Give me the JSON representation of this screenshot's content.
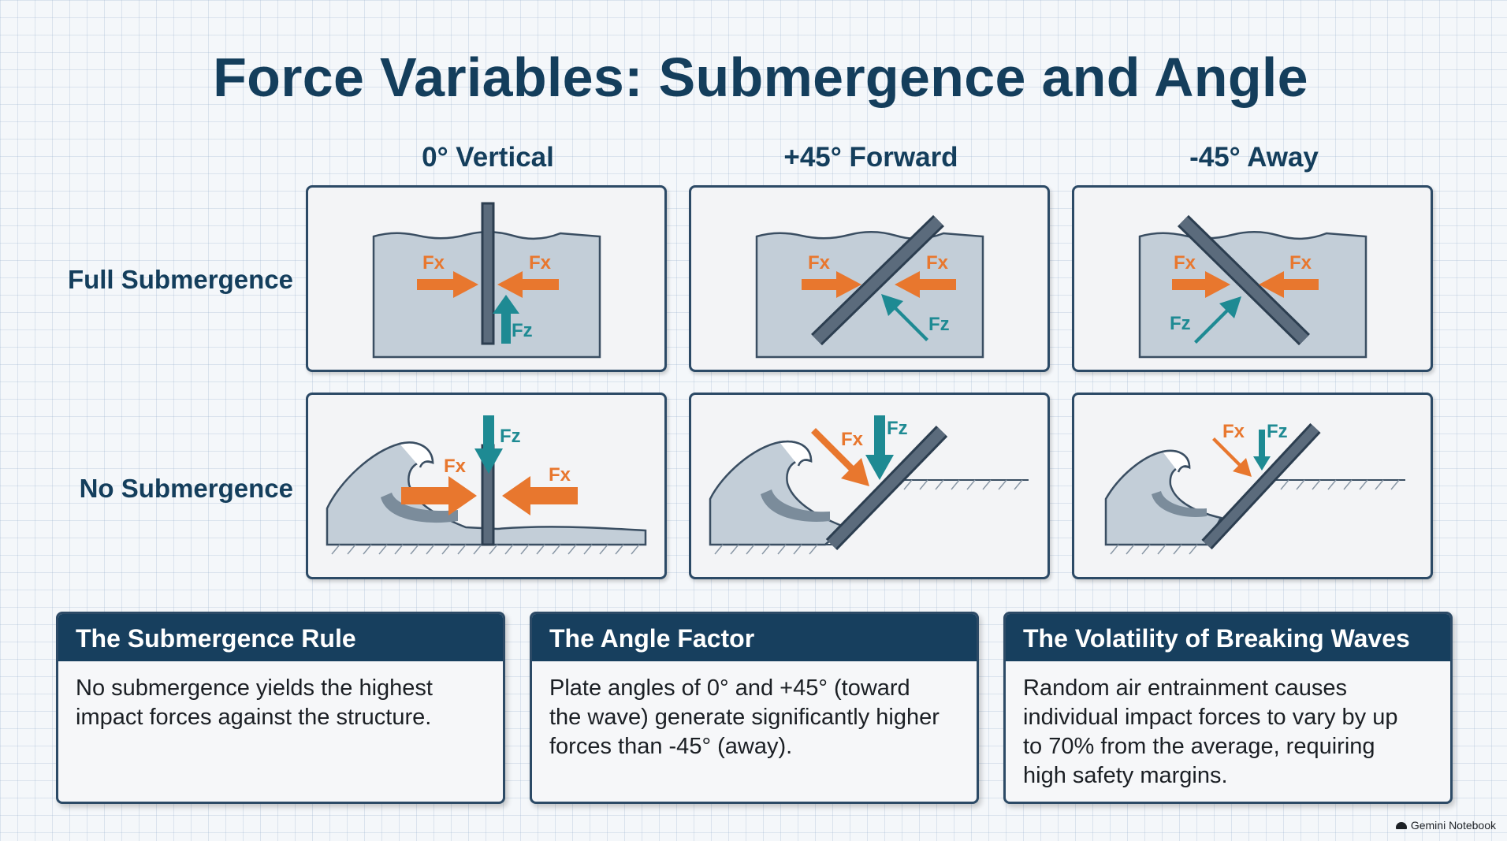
{
  "title": "Force Variables: Submergence and Angle",
  "columns": [
    "0° Vertical",
    "+45° Forward",
    "-45° Away"
  ],
  "rows": [
    "Full Submergence",
    "No Submergence"
  ],
  "force_labels": {
    "horizontal": "Fx",
    "vertical": "Fz"
  },
  "colors": {
    "title": "#143e5c",
    "card_header": "#173f5e",
    "water": "#c3ced8",
    "plate": "#5b6b7c",
    "fx_arrow": "#e8772e",
    "fz_arrow": "#1e8a93"
  },
  "cards": [
    {
      "title": "The Submergence Rule",
      "lines": [
        "No submergence yields the highest",
        "impact forces against the structure."
      ]
    },
    {
      "title": "The Angle Factor",
      "lines": [
        "Plate angles of 0° and +45° (toward",
        "the wave) generate significantly higher",
        "forces than -45° (away)."
      ]
    },
    {
      "title": "The Volatility of Breaking Waves",
      "lines": [
        "Random air entrainment causes",
        "individual impact forces to vary by up",
        "to 70% from the average, requiring",
        "high safety margins."
      ]
    }
  ],
  "brand": "Gemini Notebook"
}
